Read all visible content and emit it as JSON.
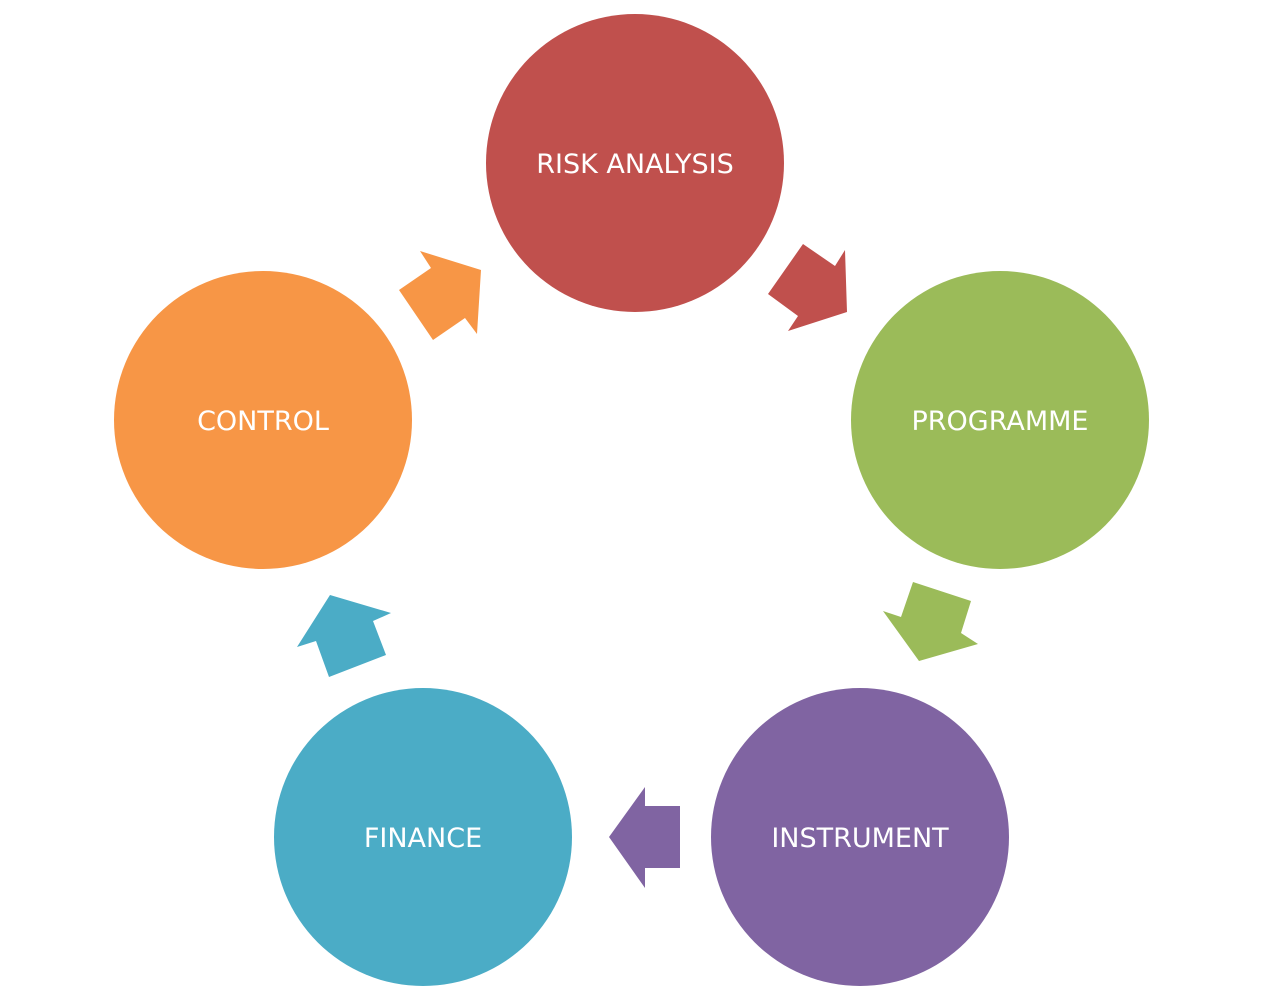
{
  "diagram": {
    "type": "cycle",
    "nodes": [
      {
        "id": "risk",
        "label": "RISK ANALYSIS",
        "color": "#C0504D"
      },
      {
        "id": "programme",
        "label": "PROGRAMME",
        "color": "#9BBB59"
      },
      {
        "id": "instrument",
        "label": "INSTRUMENT",
        "color": "#8064A2"
      },
      {
        "id": "finance",
        "label": "FINANCE",
        "color": "#4BACC6"
      },
      {
        "id": "control",
        "label": "CONTROL",
        "color": "#F79646"
      }
    ],
    "edges": [
      {
        "from": "risk",
        "to": "programme",
        "color": "#C0504D"
      },
      {
        "from": "programme",
        "to": "instrument",
        "color": "#9BBB59"
      },
      {
        "from": "instrument",
        "to": "finance",
        "color": "#8064A2"
      },
      {
        "from": "finance",
        "to": "control",
        "color": "#4BACC6"
      },
      {
        "from": "control",
        "to": "risk",
        "color": "#F79646"
      }
    ]
  }
}
